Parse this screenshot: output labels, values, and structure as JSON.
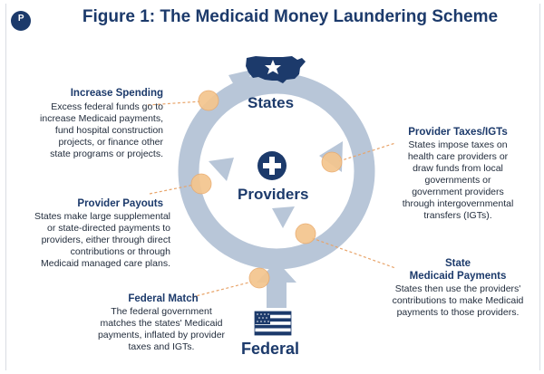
{
  "title": "Figure 1: The Medicaid Money Laundering Scheme",
  "logo_text": "P",
  "colors": {
    "navy": "#1c3a6b",
    "cycle": "#b8c6d8",
    "dot": "#f4c58e",
    "dot_edge": "#e9a96a",
    "leader": "#e8a46a"
  },
  "nodes": {
    "states": "States",
    "providers": "Providers",
    "federal": "Federal"
  },
  "icons": {
    "states": "us-map-star-icon",
    "providers": "medical-cross-icon",
    "federal": "us-flag-icon"
  },
  "steps": {
    "increase_spending": {
      "heading": "Increase Spending",
      "lines": [
        "Excess federal funds go to",
        "increase Medicaid payments,",
        "fund hospital construction",
        "projects, or finance other",
        "state programs or projects."
      ]
    },
    "provider_payouts": {
      "heading": "Provider Payouts",
      "lines": [
        "States make large supplemental",
        "or state-directed payments to",
        "providers, either through direct",
        "contributions or through",
        "Medicaid managed care plans."
      ]
    },
    "federal_match": {
      "heading": "Federal Match",
      "lines": [
        "The federal government",
        "matches the states' Medicaid",
        "payments, inflated by provider",
        "taxes and IGTs."
      ]
    },
    "provider_taxes": {
      "heading": "Provider Taxes/IGTs",
      "lines": [
        "States impose taxes on",
        "health care providers or",
        "draw funds from local",
        "governments or",
        "government providers",
        "through intergovernmental",
        "transfers (IGTs)."
      ]
    },
    "state_payments": {
      "heading_lines": [
        "State",
        "Medicaid Payments"
      ],
      "lines": [
        "States then use the providers'",
        "contributions to make Medicaid",
        "payments to those providers."
      ]
    }
  }
}
